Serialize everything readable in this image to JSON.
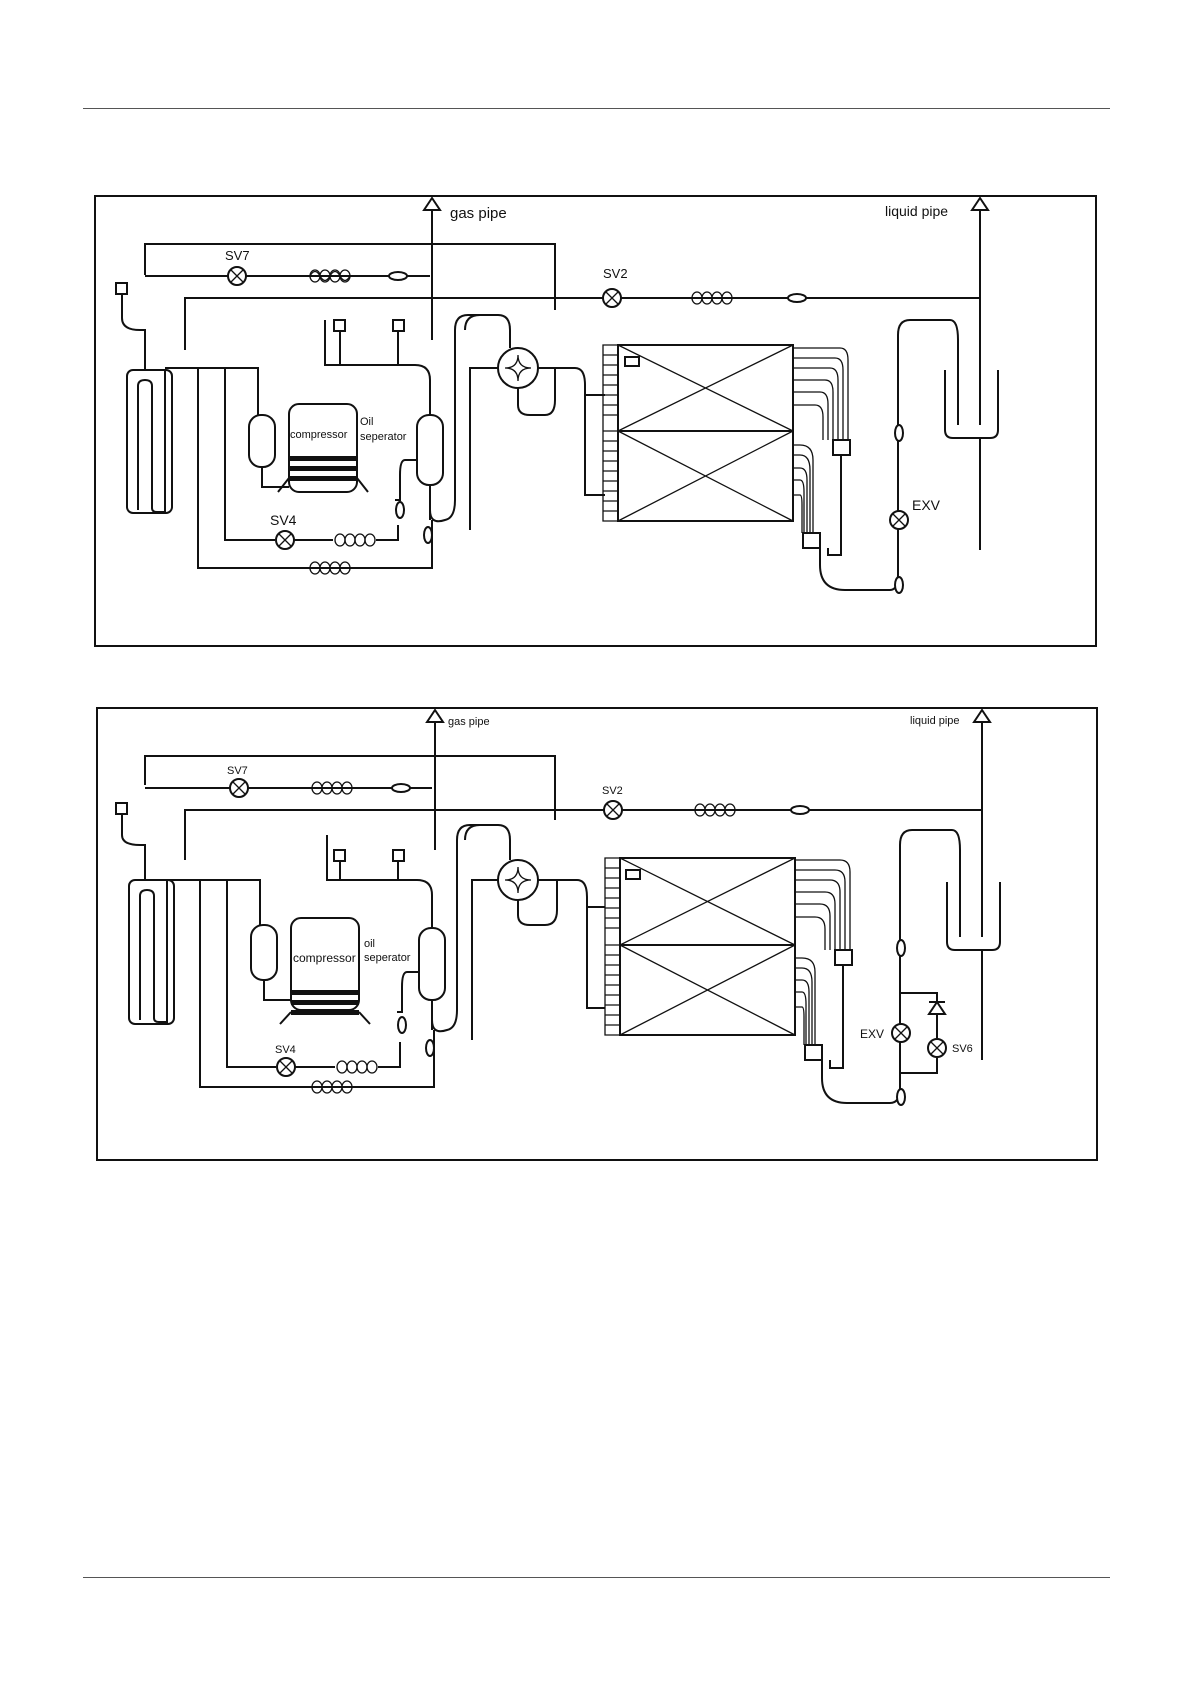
{
  "diagrams": [
    {
      "labels": {
        "gas_pipe": "gas pipe",
        "liquid_pipe": "liquid pipe",
        "sv7": "SV7",
        "sv2": "SV2",
        "sv4": "SV4",
        "exv": "EXV",
        "compressor": "compressor",
        "oil_separator_line1": "Oil",
        "oil_separator_line2": "seperator"
      }
    },
    {
      "labels": {
        "gas_pipe": "gas pipe",
        "liquid_pipe": "liquid pipe",
        "sv7": "SV7",
        "sv2": "SV2",
        "sv4": "SV4",
        "exv": "EXV",
        "sv6": "SV6",
        "compressor": "compressor",
        "oil_separator_line1": "oil",
        "oil_separator_line2": "seperator"
      }
    }
  ],
  "colors": {
    "line": "#111111",
    "background": "#ffffff",
    "rule": "#555555"
  }
}
